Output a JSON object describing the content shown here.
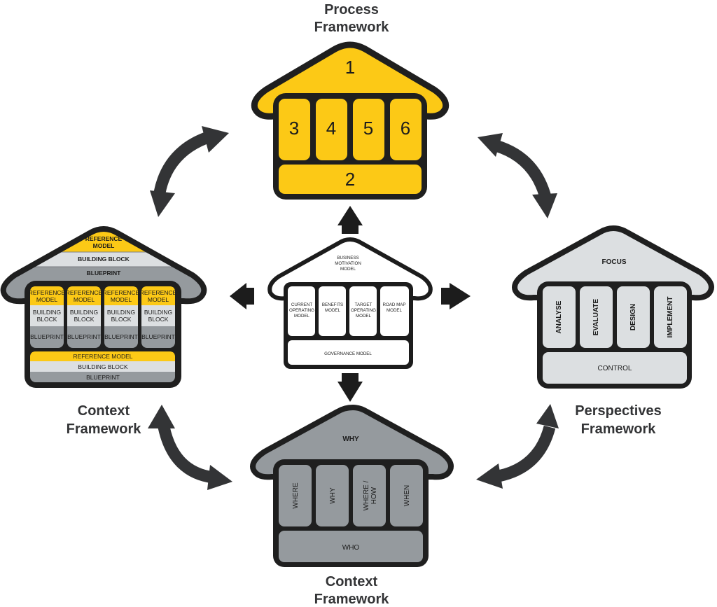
{
  "colors": {
    "outline": "#1f1f1f",
    "yellow": "#fcc916",
    "light_grey": "#dcdfe1",
    "mid_grey": "#959a9e",
    "white": "#ffffff",
    "arrow": "#333436"
  },
  "process_framework": {
    "title_line1": "Process",
    "title_line2": "Framework",
    "roof": "1",
    "pillars": [
      "3",
      "4",
      "5",
      "6"
    ],
    "base": "2"
  },
  "central_model": {
    "roof_lines": [
      "BUSINESS",
      "MOTIVATION",
      "MODEL"
    ],
    "pillars": [
      [
        "CURRENT",
        "OPERATING",
        "MODEL"
      ],
      [
        "BENEFITS",
        "MODEL"
      ],
      [
        "TARGET",
        "OPERATING",
        "MODEL"
      ],
      [
        "ROAD MAP",
        "MODEL"
      ]
    ],
    "base": "GOVERNANCE MODEL"
  },
  "left_framework": {
    "title_line1": "Context",
    "title_line2": "Framework",
    "roof_layers": [
      "REFERENCE",
      "MODEL",
      "BUILDING BLOCK",
      "BLUEPRINT"
    ],
    "pillar_layers": [
      [
        "REFERENCE",
        "MODEL"
      ],
      [
        "BUILDING",
        "BLOCK"
      ],
      [
        "BLUEPRINT"
      ]
    ],
    "base_layers": [
      "REFERENCE MODEL",
      "BUILDING BLOCK",
      "BLUEPRINT"
    ]
  },
  "perspectives_framework": {
    "title_line1": "Perspectives",
    "title_line2": "Framework",
    "roof": "FOCUS",
    "pillars": [
      "ANALYSE",
      "EVALUATE",
      "DESIGN",
      "IMPLEMENT"
    ],
    "base": "CONTROL"
  },
  "context_framework": {
    "title_line1": "Context",
    "title_line2": "Framework",
    "roof": "WHY",
    "pillars": [
      [
        "WHERE"
      ],
      [
        "WHY"
      ],
      [
        "WHERE /",
        "HOW"
      ],
      [
        "WHEN"
      ]
    ],
    "base": "WHO"
  }
}
